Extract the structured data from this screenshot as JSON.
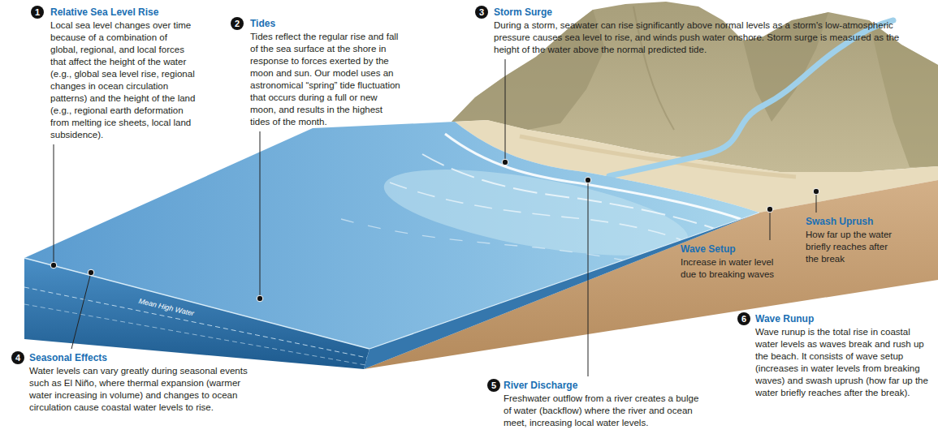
{
  "diagram": {
    "nodes": [
      {
        "text": [
          "1"
        ]
      },
      {
        "text": [
          "2"
        ]
      },
      {
        "text": [
          "3"
        ]
      },
      {
        "text": [
          "4"
        ]
      },
      {
        "text": [
          "5"
        ]
      },
      {
        "text": [
          "6"
        ]
      }
    ],
    "labels": [
      "Relative Sea Level Rise",
      "Local sea level changes over time because of a combination of global, regional, and local forces that affect the height of the water (e.g., global sea level rise, regional changes in ocean circulation patterns) and the height of the land (e.g., regional earth deformation from melting ice sheets, local land subsidence).",
      "Tides",
      "Tides reflect the regular rise and fall of the sea surface at the shore in response to forces exerted by the moon and sun. Our model uses an astronomical “spring” tide fluctuation that occurs during a full or new moon, and results in the highest tides of the month.",
      "Storm Surge",
      "During a storm, seawater can rise significantly above normal levels as a storm's low-atmospheric pressure causes sea level to rise, and winds push water onshore. Storm surge is measured as the height of the water above the normal predicted tide.",
      "Swash Uprush",
      "How far up the water briefly reaches after the break",
      "Wave Setup",
      "Increase in water level due to breaking waves",
      "Mean High Water",
      "Wave Runup",
      "Wave runup is the total rise in coastal water levels as waves break and rush up the beach. It consists of wave setup (increases in water levels from breaking waves) and swash uprush (how far up the water briefly reaches after the break).",
      "Seasonal Effects",
      "Water levels can vary greatly during seasonal events such as El Niño, where thermal expansion (warmer water increasing in volume) and changes to ocean circulation cause coastal water levels to rise.",
      "River Discharge",
      "Freshwater outflow from a river creates a bulge of water (backflow) where the river and ocean meet, increasing local water levels."
    ]
  }
}
